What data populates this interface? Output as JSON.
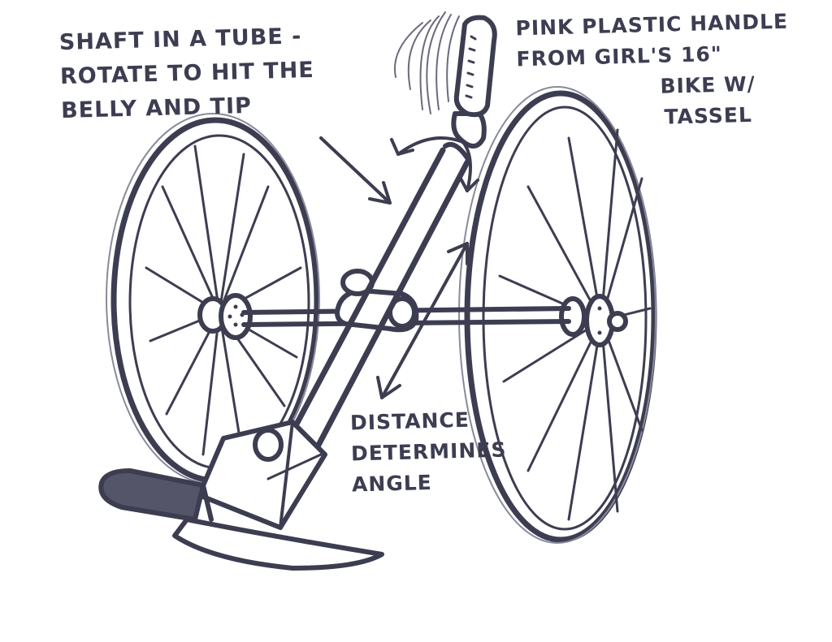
{
  "annotations": {
    "shaft": [
      "SHAFT IN A TUBE -",
      "ROTATE TO HIT THE",
      "BELLY AND TIP"
    ],
    "handle": [
      "PINK PLASTIC HANDLE",
      "FROM GIRL'S 16\"",
      "BIKE W/",
      "TASSEL"
    ],
    "distance": [
      "DISTANCE",
      "DETERMINES",
      "ANGLE"
    ]
  },
  "colors": {
    "ink": "#3d3d52",
    "ink_light": "#8a8a9e",
    "paper": "#ffffff"
  }
}
